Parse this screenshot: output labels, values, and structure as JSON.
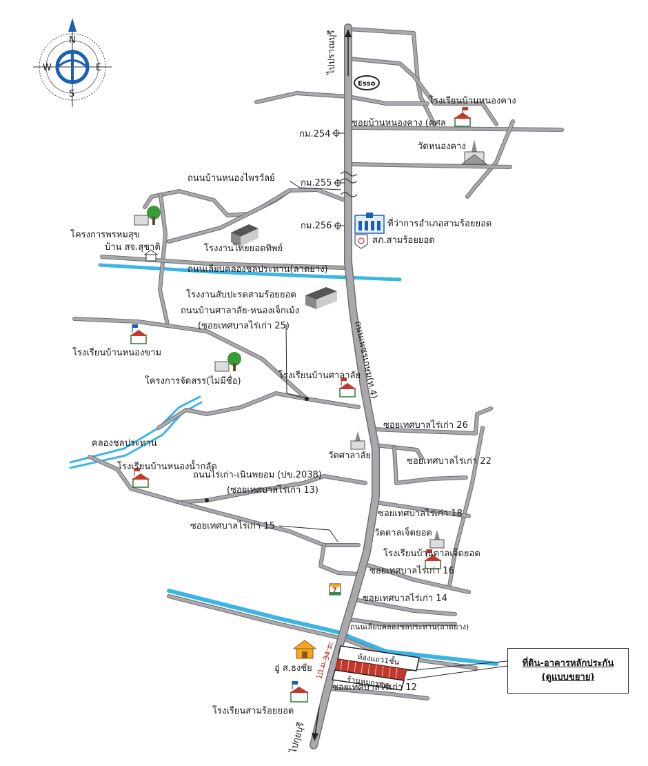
{
  "compass": {
    "north": "N",
    "south": "S",
    "east": "E",
    "west": "W"
  },
  "landmarks": {
    "to_pranburi": "ไปปราณบุรี",
    "esso": "Esso",
    "school_nong_khang": "โรงเรียนบ้านหนองคาง",
    "soi_nong_khang": "ซอยบ้านหนองคาง (คศล",
    "km254": "กม.254",
    "wat_nong_khang": "วัดหนองคาง",
    "road_nong_phrai": "ถนนบ้านหนองไพรวัลย์",
    "km255": "กม.255",
    "project_phrom": "โครงการพรหมสุข",
    "house_sutha": "บ้าน สจ.สุชาติ",
    "factory_thai": "โรงงานไทยยอดทิพย์",
    "km256": "กม.256",
    "district_office": "ที่ว่าการอำเภอสามร้อยยอด",
    "police": "สภ.สามร้อยยอด",
    "canal_road_top": "ถนนเลียบคลองชลประทาน(ลาดยาง)",
    "pineapple_factory": "โรงงานสับปะรดสามร้อยยอด",
    "road_salalai": "ถนนบ้านศาลาลัย-หนองเจ็กเม้ง",
    "soi25": "(ซอยเทศบาลไร่เก่า 25)",
    "school_nong_kham": "โรงเรียนบ้านหนองขาม",
    "phetkasem": "ถนนเพชรเกษม(ท.4)",
    "project_unnamed": "โครงการจัดสรร(ไม่มีชื่อ)",
    "school_salalai": "โรงเรียนบ้านศาลาลัย",
    "soi26": "ซอยเทศบาลไร่เก่า 26",
    "canal_irrigation": "คลองชลประทาน",
    "wat_salalai": "วัดศาลาลัย",
    "soi22": "ซอยเทศบาลไร่เก่า 22",
    "school_nong_nam_klat": "โรงเรียนบ้านหนองน้ำกลัด",
    "road_raikao": "ถนนไร่เก่า-เนินพยอม (ปข.2038)",
    "soi13": "(ซอยเทศบาลไร่เก่า 13)",
    "soi18": "ซอยเทศบาลไร่เก่า 18",
    "wat_tan_jet": "วัดตาลเจ็ดยอด",
    "soi15": "ซอยเทศบาลไร่เก่า 15",
    "school_tan_jet": "โรงเรียนบ้านตาลเจ็ดยอด",
    "soi16": "ซอยเทศบาลไร่เก่า 16",
    "soi14": "ซอยเทศบาลไร่เก่า 14",
    "canal_road_bottom": "ถนนเลียบคลองชลประทาน(ลาดยาง)",
    "townhouse": "ห้องแถว1ชั้น",
    "garage": "อู่ ส.ธงชัย",
    "dist_34m": "34 ม.",
    "dist_10m": "10 ม.",
    "moo_kratha": "ร้านหมูกระทะ",
    "soi12": "ซอยเทศบาลไร่เก่า 12",
    "school_sam_roi_yot": "โรงเรียนสามร้อยยอด",
    "to_kuiburi": "ไปกุยบุรี",
    "seven_eleven": "7"
  },
  "legend": {
    "line1": "ที่ดิน-อาคารหลักประกัน",
    "line2": "(ดูแบบขยาย)"
  },
  "colors": {
    "road": "#a9a9ad",
    "road_edge": "#6e6e73",
    "canal": "#3bb5e3",
    "property": "#c0392b",
    "compass_blue": "#1a5fb4"
  }
}
